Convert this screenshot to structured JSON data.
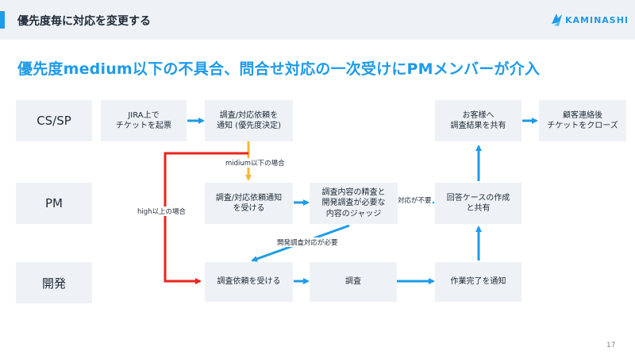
{
  "header": {
    "title": "優先度毎に対応を変更する",
    "logo_text": "KAMINASHI"
  },
  "main": {
    "title": "優先度medium以下の不具合、問合せ対応の一次受けにPMメンバーが介入"
  },
  "lanes": {
    "cs_sp": "CS/SP",
    "pm": "PM",
    "dev": "開発"
  },
  "boxes": {
    "jira": "JIRA上で\nチケットを起票",
    "notify_request": "調査/対応依頼を\n通知 (優先度決定)",
    "customer_share": "お客様へ\n調査結果を共有",
    "close_ticket": "顧客連絡後\nチケットをクローズ",
    "pm_receive": "調査/対応依頼通知\nを受ける",
    "pm_judge": "調査内容の精査と\n開発調査が必要な\n内容のジャッジ",
    "create_answer": "回答ケースの作成\nと共有",
    "dev_receive": "調査依頼を受ける",
    "investigate": "調査",
    "notify_done": "作業完了を通知"
  },
  "labels": {
    "medium": "midium以下の場合",
    "high": "high以上の場合",
    "no_response": "対応が不要",
    "dev_needed": "開発調査対応が必要"
  },
  "page_number": "17",
  "colors": {
    "accent": "#1e9be9",
    "high": "#e8261c",
    "medium": "#f6b736",
    "box": "#eef2f6"
  }
}
